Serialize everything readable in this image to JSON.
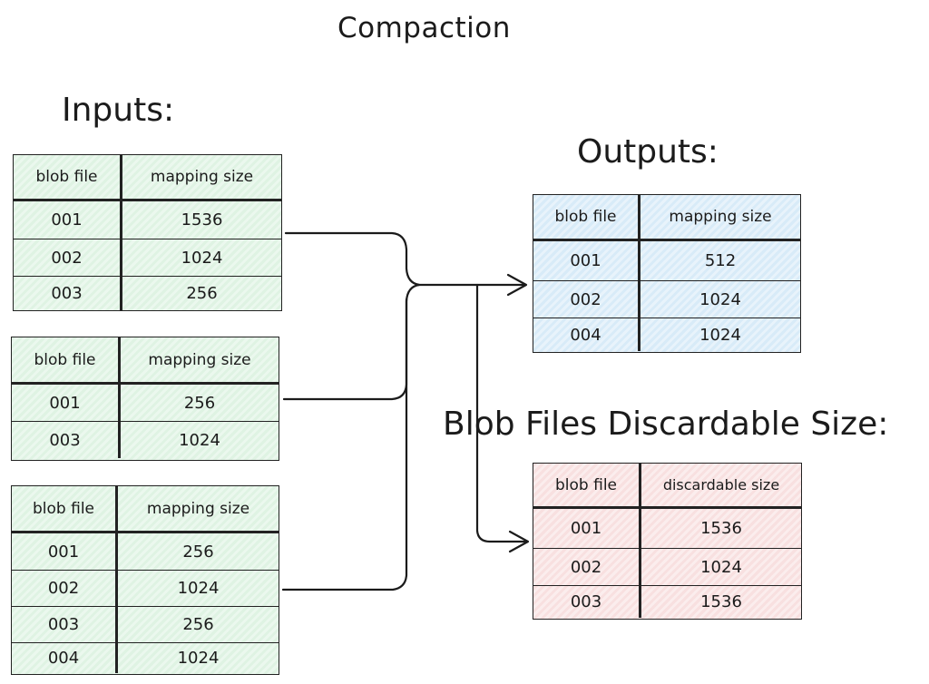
{
  "title": "Compaction",
  "inputs_label": "Inputs:",
  "outputs_label": "Outputs:",
  "discardable_label": "Blob Files Discardable Size:",
  "colors": {
    "input_fill": "#e4f5e8",
    "output_fill": "#ddeef9",
    "discard_fill": "#f9e4e4",
    "stroke": "#222222"
  },
  "input_tables": [
    {
      "headers": [
        "blob file",
        "mapping size"
      ],
      "rows": [
        [
          "001",
          "1536"
        ],
        [
          "002",
          "1024"
        ],
        [
          "003",
          "256"
        ]
      ]
    },
    {
      "headers": [
        "blob file",
        "mapping size"
      ],
      "rows": [
        [
          "001",
          "256"
        ],
        [
          "003",
          "1024"
        ]
      ]
    },
    {
      "headers": [
        "blob file",
        "mapping size"
      ],
      "rows": [
        [
          "001",
          "256"
        ],
        [
          "002",
          "1024"
        ],
        [
          "003",
          "256"
        ],
        [
          "004",
          "1024"
        ]
      ]
    }
  ],
  "output_table": {
    "headers": [
      "blob file",
      "mapping size"
    ],
    "rows": [
      [
        "001",
        "512"
      ],
      [
        "002",
        "1024"
      ],
      [
        "004",
        "1024"
      ]
    ]
  },
  "discard_table": {
    "headers": [
      "blob file",
      "discardable size"
    ],
    "rows": [
      [
        "001",
        "1536"
      ],
      [
        "002",
        "1024"
      ],
      [
        "003",
        "1536"
      ]
    ]
  }
}
